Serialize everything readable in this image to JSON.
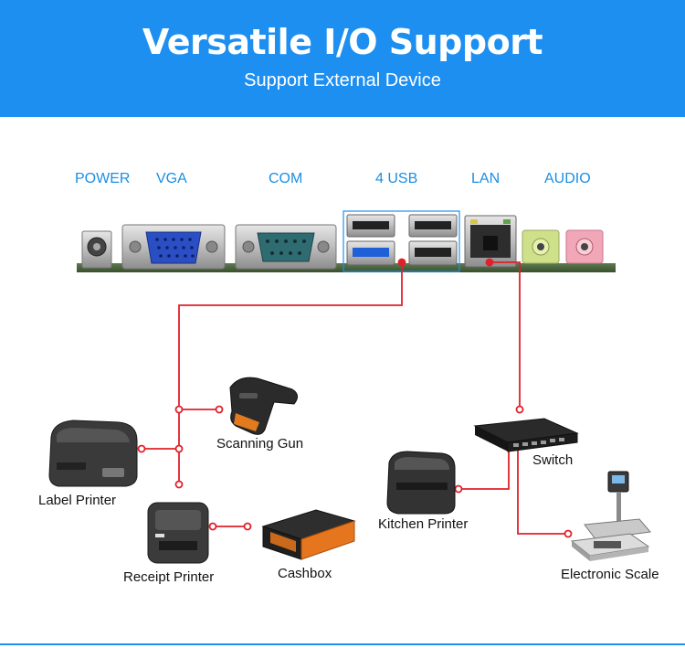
{
  "header": {
    "title": "Versatile I/O Support",
    "subtitle": "Support External Device"
  },
  "ports": {
    "power": "POWER",
    "vga": "VGA",
    "com": "COM",
    "usb": "4 USB",
    "lan": "LAN",
    "audio": "AUDIO"
  },
  "devices": {
    "scanning_gun": "Scanning Gun",
    "label_printer": "Label Printer",
    "receipt_printer": "Receipt Printer",
    "cashbox": "Cashbox",
    "switch": "Switch",
    "kitchen_printer": "Kitchen Printer",
    "electronic_scale": "Electronic Scale"
  },
  "colors": {
    "banner": "#1d8ff0",
    "port_label": "#1a8fe3",
    "connector_line": "#e0202a"
  }
}
